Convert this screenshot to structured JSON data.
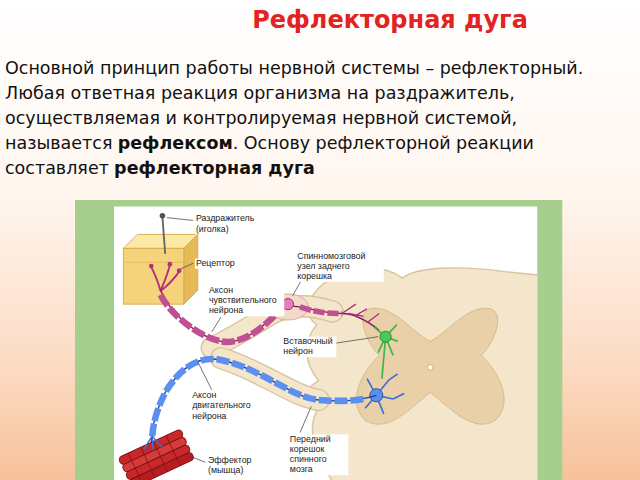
{
  "diagram": {
    "title": "Рефлекторная дуга",
    "labels": [
      "Основной принцип работы нервной системы – рефлекторный. Любая ответная реакция организма на раздражитель, осуществляемая и контролируемая нервной системой, называется",
      "рефлексом",
      ". Основу рефлекторной реакции составляет",
      "рефлекторная дуга",
      "Раздражитель (иголка)",
      "Рецептор",
      "Спинномозговой узел заднего корешка",
      "Аксон чувствительного нейрона",
      "Вставочный нейрон",
      "Аксон двигательного нейрона",
      "Передний корешок спинного мозга",
      "Эффектор (мышца)"
    ]
  }
}
